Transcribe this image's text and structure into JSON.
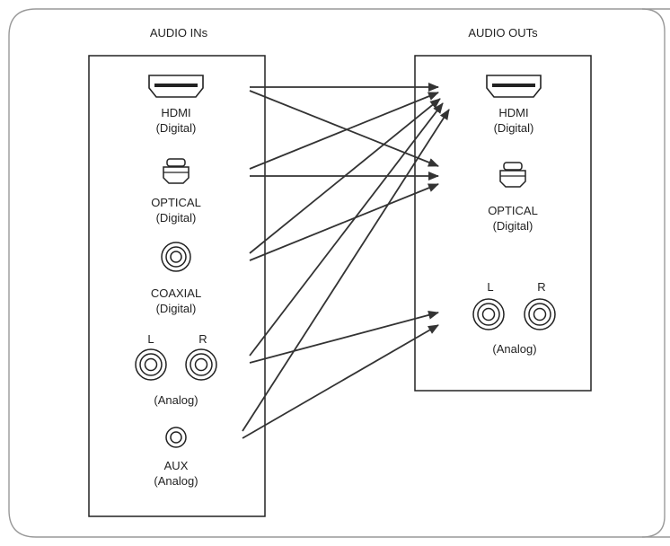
{
  "inputs_panel": {
    "title": "AUDIO INs",
    "ports": [
      {
        "name": "HDMI",
        "type": "(Digital)",
        "icon": "hdmi-port-icon"
      },
      {
        "name": "OPTICAL",
        "type": "(Digital)",
        "icon": "optical-port-icon"
      },
      {
        "name": "COAXIAL",
        "type": "(Digital)",
        "icon": "coaxial-jack-icon"
      },
      {
        "left": "L",
        "right": "R",
        "type": "(Analog)",
        "icon": "rca-jack-icon"
      },
      {
        "name": "AUX",
        "type": "(Analog)",
        "icon": "aux-jack-icon"
      }
    ]
  },
  "outputs_panel": {
    "title": "AUDIO OUTs",
    "ports": [
      {
        "name": "HDMI",
        "type": "(Digital)",
        "icon": "hdmi-port-icon"
      },
      {
        "name": "OPTICAL",
        "type": "(Digital)",
        "icon": "optical-port-icon"
      },
      {
        "left": "L",
        "right": "R",
        "type": "(Analog)",
        "icon": "rca-jack-icon"
      }
    ]
  },
  "routes": [
    {
      "from": "HDMI",
      "to": "HDMI",
      "style": "solid"
    },
    {
      "from": "HDMI",
      "to": "OPTICAL",
      "style": "solid"
    },
    {
      "from": "OPTICAL",
      "to": "HDMI",
      "style": "solid"
    },
    {
      "from": "OPTICAL",
      "to": "OPTICAL",
      "style": "solid"
    },
    {
      "from": "COAXIAL",
      "to": "HDMI",
      "style": "solid"
    },
    {
      "from": "COAXIAL",
      "to": "OPTICAL",
      "style": "solid"
    },
    {
      "from": "Analog",
      "to": "HDMI",
      "style": "solid"
    },
    {
      "from": "Analog",
      "to": "Analog",
      "style": "solid"
    },
    {
      "from": "AUX",
      "to": "HDMI",
      "style": "solid"
    },
    {
      "from": "AUX",
      "to": "Analog",
      "style": "solid"
    }
  ],
  "colors": {
    "line": "#333333",
    "frame": "#999999",
    "panel": "#222222"
  }
}
